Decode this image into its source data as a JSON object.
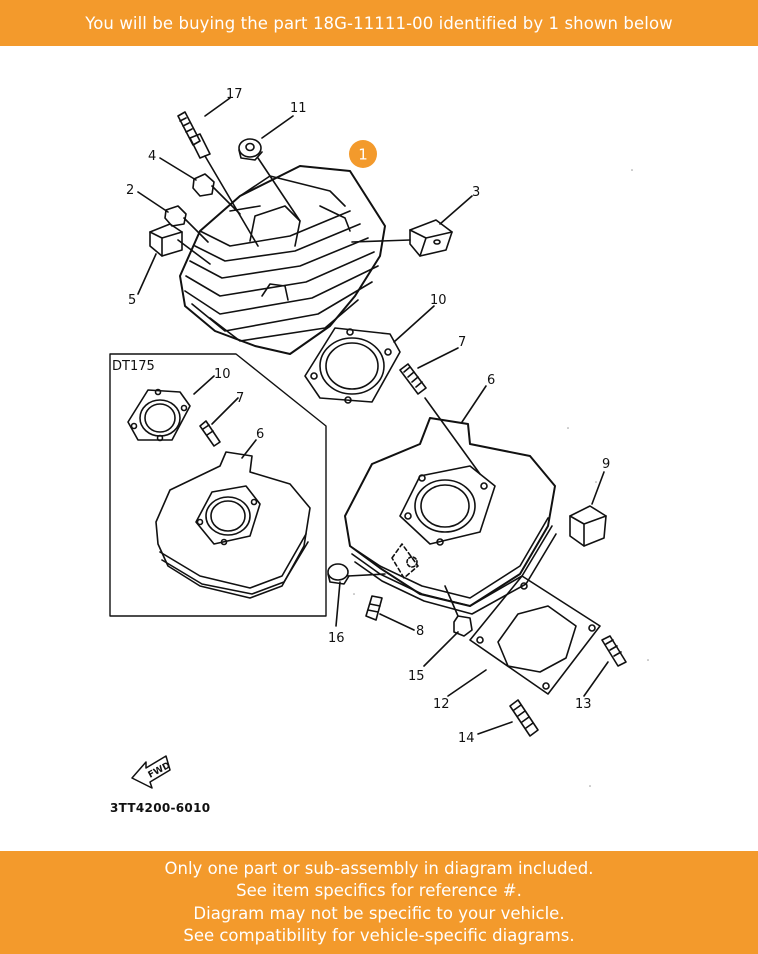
{
  "header": {
    "text": "You will be buying the part 18G-11111-00 identified by 1 shown below"
  },
  "callout": {
    "number": "1"
  },
  "diagram": {
    "inset_title": "DT175",
    "diagram_code": "3TT4200-6010",
    "fwd_label": "FWD",
    "labels": {
      "l17": "17",
      "l11": "11",
      "l4": "4",
      "l2": "2",
      "l3": "3",
      "l5": "5",
      "l10a": "10",
      "l7a": "7",
      "l6a": "6",
      "l10b": "10",
      "l7b": "7",
      "l6b": "6",
      "l9": "9",
      "l16": "16",
      "l8": "8",
      "l15": "15",
      "l12": "12",
      "l13": "13",
      "l14": "14"
    }
  },
  "footer": {
    "lines": [
      "Only one part or sub-assembly in diagram included.",
      "See item specifics for reference #.",
      "Diagram may not be specific to your vehicle.",
      "See compatibility for vehicle-specific diagrams."
    ]
  },
  "colors": {
    "banner": "#f39a2c",
    "callout": "#f39a2c"
  }
}
